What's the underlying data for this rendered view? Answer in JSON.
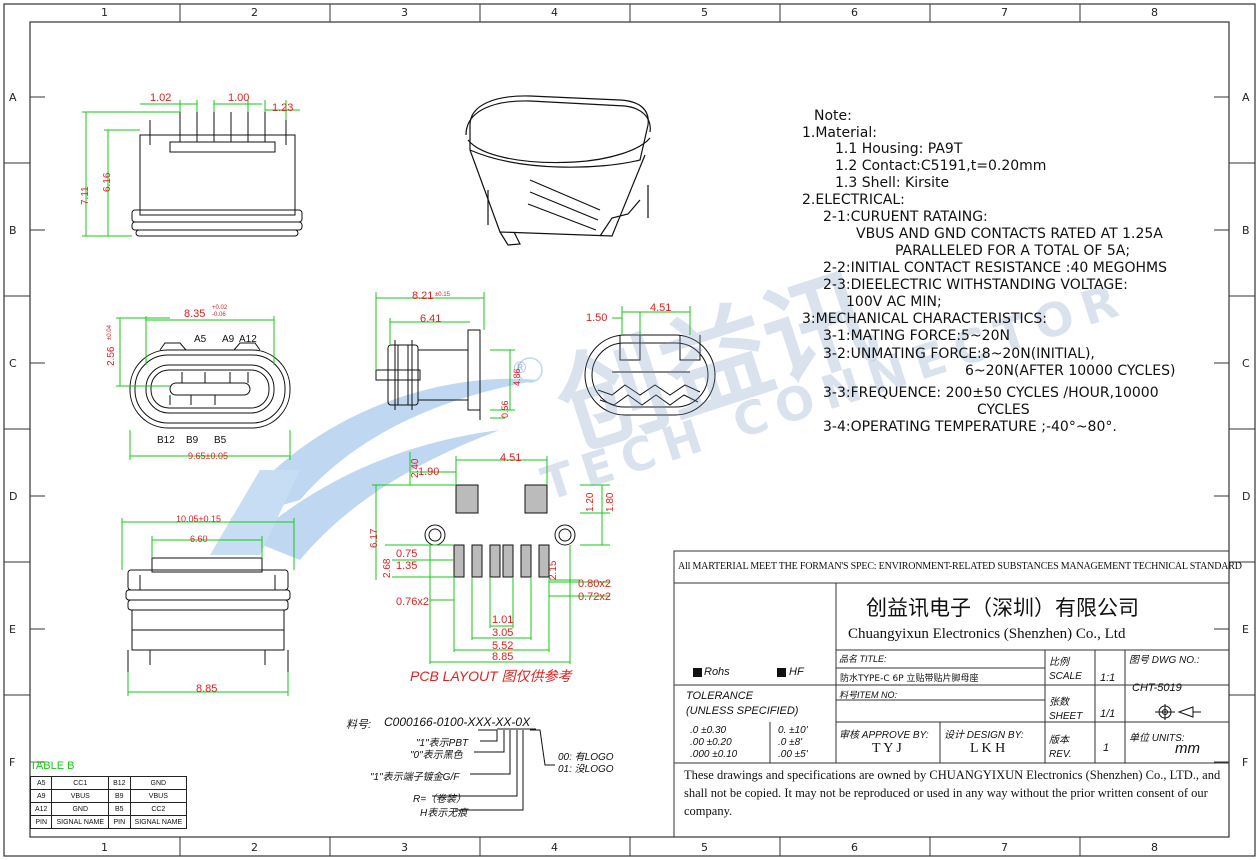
{
  "zones": {
    "cols": [
      "1",
      "2",
      "3",
      "4",
      "5",
      "6",
      "7",
      "8"
    ],
    "rows": [
      "A",
      "B",
      "C",
      "D",
      "E",
      "F"
    ]
  },
  "notes": [
    "Note:",
    "1.Material:",
    "1.1  Housing:  PA9T",
    "1.2  Contact:C5191,t=0.20mm",
    "1.3  Shell:  Kirsite",
    "2.ELECTRICAL:",
    "2-1:CURUENT  RATAING:",
    "VBUS  AND  GND  CONTACTS  RATED  AT  1.25A",
    "PARALLELED  FOR  A  TOTAL  OF  5A;",
    "2-2:INITIAL  CONTACT  RESISTANCE  :40  MEGOHMS",
    "2-3:DIEELECTRIC  WITHSTANDING  VOLTAGE:",
    "100V  AC  MIN;",
    "3:MECHANICAL  CHARACTERISTICS:",
    "3-1:MATING  FORCE:5~20N",
    "3-2:UNMATING  FORCE:8~20N(INITIAL),",
    "6~20N(AFTER  10000  CYCLES)",
    "3-3:FREQUENCE:  200±50  CYCLES  /HOUR,10000",
    "CYCLES",
    "3-4:OPERATING  TEMPERATURE  ;-40°~80°."
  ],
  "dims": {
    "top_view": [
      "1.02",
      "1.00",
      "1.23",
      "7.11",
      "6.16"
    ],
    "front_view": [
      "8.35",
      "+0.02",
      "-0.06",
      "2.56",
      "±0.04",
      "A5",
      "A9",
      "A12",
      "B12",
      "B9",
      "B5",
      "9.65±0.05"
    ],
    "side_view": [
      "8.21",
      "±0.15",
      "6.41",
      "4.86",
      "0.56"
    ],
    "end_view": [
      "1.50",
      "4.51"
    ],
    "pcb_layout": [
      "2.40",
      "1.90",
      "4.51",
      "6.17",
      "2.68",
      "0.75",
      "1.35",
      "1.20",
      "1.80",
      "2.15",
      "0.80x2",
      "0.72x2",
      "0.76x2",
      "1.01",
      "3.05",
      "5.52",
      "8.85"
    ],
    "bottom_view": [
      "10.05±0.15",
      "6.60",
      "8.85"
    ]
  },
  "pcb_layout_label": "PCB LAYOUT  图仅供参考",
  "part_number": {
    "prefix": "料号:",
    "code": "C000166-0100-XXX-XX-0X",
    "options": [
      "\"1\"表示PBT",
      "\"0\"表示黑色",
      "\"1\"表示端子镀金G/F",
      "R=（卷装）",
      "H表示无痕",
      "00: 有LOGO",
      "01: 没LOGO"
    ]
  },
  "table_b": {
    "title": "TABLE B",
    "rows": [
      [
        "A5",
        "CC1",
        "B12",
        "GND"
      ],
      [
        "A9",
        "VBUS",
        "B9",
        "VBUS"
      ],
      [
        "A12",
        "GND",
        "B5",
        "CC2"
      ],
      [
        "PIN",
        "SIGNAL NAME",
        "PIN",
        "SIGNAL NAME"
      ]
    ]
  },
  "title_block": {
    "spec_line": "All MARTERIAL MEET THE FORMAN'S SPEC: ENVIRONMENT-RELATED SUBSTANCES MANAGEMENT TECHNICAL STANDARD",
    "company_cn": "创益讯电子（深圳）有限公司",
    "company_en": "Chuangyixun Electronics (Shenzhen) Co., Ltd",
    "rohs": "Rohs",
    "hf": "HF",
    "title_label": "品名 TITLE:",
    "title_value": "防水TYPE-C 6P 立贴带贴片脚母座",
    "item_label": "料号ITEM NO:",
    "scale_label": "比例 SCALE",
    "scale_value": "1:1",
    "dwg_label": "图号 DWG NO.:",
    "dwg_value": "CHT-5019",
    "tolerance_1": "TOLERANCE",
    "tolerance_2": "(UNLESS SPECIFIED)",
    "tol_rows": [
      [
        ".0  ±0.30",
        "0.  ±10'"
      ],
      [
        ".00 ±0.20",
        ".0  ±8'"
      ],
      [
        ".000 ±0.10",
        ".00 ±5'"
      ]
    ],
    "sheet_label": "张数 SHEET",
    "sheet_value": "1/1",
    "approve_label": "审核 APPROVE BY:",
    "approve_value": "T Y J",
    "design_label": "设计 DESIGN BY:",
    "design_value": "L K H",
    "rev_label": "版本 REV.",
    "rev_value": "1",
    "units_label": "单位 UNITS:",
    "units_value": "mm",
    "notice": "These drawings and specifications are owned by CHUANGYIXUN Electronics (Shenzhen) Co., LTD., and shall not be copied. It may not be reproduced or used in any way without the prior written consent of our company."
  },
  "watermark": {
    "cn": "创益讯",
    "en": "TECH CONNECTOR",
    "reg": "®"
  },
  "colors": {
    "dimension": "#e02020",
    "green": "#14c814",
    "line": "#111111"
  }
}
